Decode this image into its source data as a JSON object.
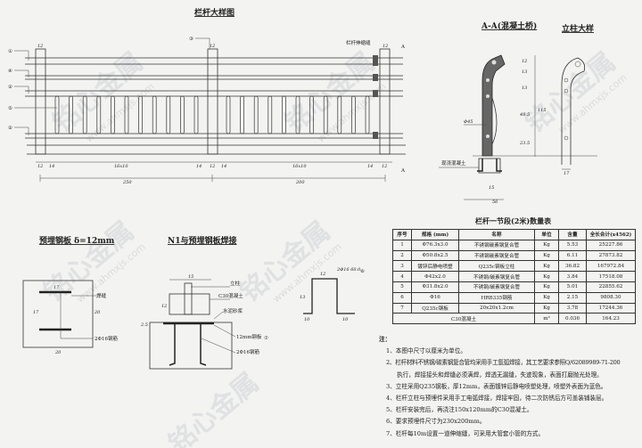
{
  "watermark": {
    "brand": "铭心金属",
    "url": "www.ahmxjs.com"
  },
  "elevation": {
    "title": "栏杆大样图",
    "callouts": [
      "①",
      "④",
      "②",
      "⑤",
      "②",
      "③"
    ],
    "expansion_joint_label": "栏杆伸缩缝",
    "section_mark": "A",
    "post_width": "12",
    "dims": [
      "12",
      "14",
      "16x10",
      "14",
      "12",
      "14",
      "16x10",
      "14",
      "12"
    ],
    "overall_dims": [
      "250",
      "200"
    ]
  },
  "section_aa": {
    "title": "A-A(混凝土桥)",
    "cast_label": "现浇混凝土",
    "dims": [
      "12",
      "13",
      "13",
      "48.5",
      "23.5",
      "115",
      "15",
      "56"
    ],
    "pipe_label": "Φ45"
  },
  "post_detail": {
    "title": "立柱大样",
    "dim": "17"
  },
  "embed_plate": {
    "title": "预埋钢板 δ=12mm",
    "weld_label": "焊缝",
    "rebar_label": "2Φ16钢筋",
    "dims": [
      "17",
      "17",
      "20",
      "20"
    ]
  },
  "weld_detail": {
    "title": "N1与预埋钢板焊接",
    "labels": [
      "立柱",
      "C30混凝土",
      "水泥砂浆",
      "12mm钢板",
      "2Φ16钢筋"
    ],
    "dims": [
      "15",
      "12",
      "2.5"
    ],
    "plate_callout": "⑦"
  },
  "rebar_detail": {
    "label": "2Φ16 60.0",
    "callout": "⑥",
    "dims": [
      "12",
      "13",
      "10",
      "10"
    ]
  },
  "quantity_table": {
    "title": "栏杆一节段(2米)数量表",
    "headers": [
      "序号",
      "规格 (mm)",
      "名称",
      "单位",
      "含量",
      "全长合计(x4562)"
    ],
    "rows": [
      [
        "1",
        "Φ76.3x3.0",
        "不锈钢碳素钢复合管",
        "Kg",
        "5.53",
        "25227.86"
      ],
      [
        "2",
        "Φ50.8x2.5",
        "不锈钢碳素钢复合管",
        "Kg",
        "6.11",
        "27873.82"
      ],
      [
        "3",
        "镀锌后静电喷塑",
        "Q235c钢板立柱",
        "Kg",
        "36.82",
        "167972.84"
      ],
      [
        "4",
        "Φ42x2.0",
        "不锈钢/碳素钢复合管",
        "Kg",
        "3.84",
        "17518.08"
      ],
      [
        "5",
        "Φ31.8x2.0",
        "不锈钢/碳素钢复合管",
        "Kg",
        "5.01",
        "22855.62"
      ],
      [
        "6",
        "Φ16",
        "HRB335钢筋",
        "Kg",
        "2.15",
        "9808.30"
      ],
      [
        "7",
        "Q235c钢板",
        "20x20x1.2cm",
        "Kg",
        "3.78",
        "17244.36"
      ]
    ],
    "last_row": {
      "name": "C30混凝土",
      "unit": "m³",
      "amount": "0.036",
      "total": "164.23"
    }
  },
  "notes": {
    "heading": "注：",
    "items": [
      "1、本图中尺寸以厘米为单位。",
      "2、栏杆材料不锈钢/碳素钢复合管均采用手工氩弧焊接，其工艺要求参照Q/62089989-71-200",
      "执行，焊接接头和焊缝必须满焊，焊透无漏缝，失迹现象，表面打磨抛光处理。",
      "3、立柱采用Q235钢板，厚12mm，表面镀锌后静电喷塑处理，喷塑外表面为蓝色。",
      "4、栏杆立柱与预埋件采用手工电弧焊接，焊接牢固，待二次防锈后方可盖装铺装层。",
      "5、栏杆安装完后，再浇注150x120mm的C30混凝土。",
      "6、要求预埋件尺寸为230x200mm。",
      "7、栏杆每10m设置一道伸缩缝，可采用大管套小管的方式。"
    ]
  }
}
